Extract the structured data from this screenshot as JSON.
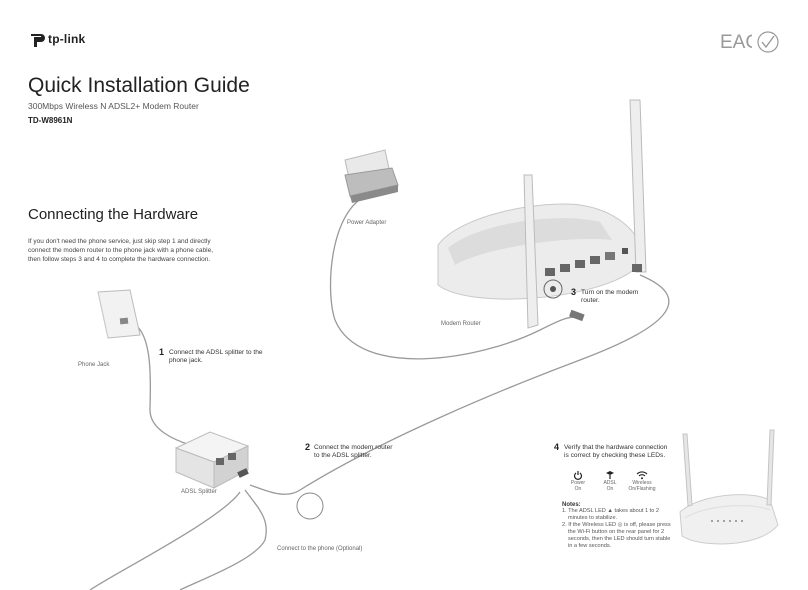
{
  "brand": {
    "logo_text": "tp-link"
  },
  "header": {
    "title": "Quick Installation Guide",
    "subtitle": "300Mbps Wireless N ADSL2+ Modem Router",
    "model": "TD-W8961N"
  },
  "section": {
    "title": "Connecting the Hardware",
    "intro_line1": "If you don't need the phone service, just skip step 1 and directly",
    "intro_line2": "connect the modem router to the phone jack with a phone cable,",
    "intro_line3": "then follow steps 3 and 4 to complete the hardware connection."
  },
  "labels": {
    "phone_jack": "Phone Jack",
    "power_adapter": "Power Adapter",
    "modem_router": "Modem Router",
    "adsl_splitter": "ADSL Splitter",
    "connect_phone": "Connect to the phone (Optional)"
  },
  "steps": {
    "s1_num": "1",
    "s1_line1": "Connect the ADSL splitter to the",
    "s1_line2": "phone jack.",
    "s2_num": "2",
    "s2_line1": "Connect the modem router",
    "s2_line2": "to the ADSL splitter.",
    "s3_num": "3",
    "s3_line1": "Turn on the modem",
    "s3_line2": "router.",
    "s4_num": "4",
    "s4_line1": "Verify that the hardware connection",
    "s4_line2": "is correct by checking these LEDs."
  },
  "leds": {
    "power_name": "Power",
    "power_state": "On",
    "adsl_name": "ADSL",
    "adsl_state": "On",
    "wireless_name": "Wireless",
    "wireless_state": "On/Flashing"
  },
  "notes": {
    "title": "Notes:",
    "n1_line1": "1. The ADSL LED",
    "n1_line1b": "takes about 1 to 2",
    "n1_line2": "minutes to stabilize.",
    "n2_line1": "2. If the Wireless LED",
    "n2_line1b": "is off, please press",
    "n2_line2": "the Wi-Fi button on the rear panel for 2",
    "n2_line3": "seconds, then the LED should turn stable",
    "n2_line4": "in a few seconds."
  },
  "colors": {
    "line": "#9a9a9a",
    "device": "#e6e6e6",
    "text": "#222222"
  }
}
